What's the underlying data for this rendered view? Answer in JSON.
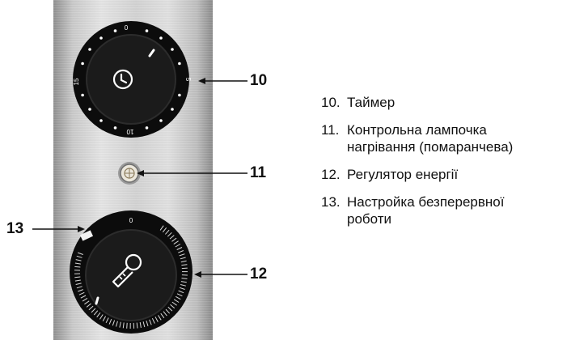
{
  "callouts": [
    "10",
    "11",
    "12",
    "13"
  ],
  "timer_dial": {
    "marks": [
      "0",
      "5",
      "10",
      "15"
    ]
  },
  "energy_dial": {
    "mark": "0"
  },
  "legend": [
    {
      "num": "10.",
      "text": "Таймер"
    },
    {
      "num": "11.",
      "text": "Контрольна лампочка\nнагрівання (помаранчева)"
    },
    {
      "num": "12.",
      "text": "Регулятор енергії"
    },
    {
      "num": "13.",
      "text": "Настройка безперервної\nроботи"
    }
  ],
  "colors": {
    "panel": "#d6d6d6",
    "knob": "#111111",
    "text": "#111111",
    "pilot_light": "#c9a25a"
  }
}
